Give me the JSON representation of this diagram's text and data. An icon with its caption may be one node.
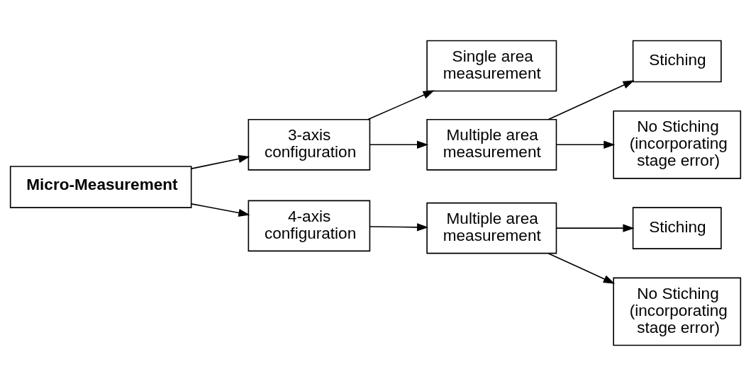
{
  "diagram": {
    "nodes": [
      {
        "text": [
          "Micro-Measurement"
        ]
      },
      {
        "text": [
          "3-axis configuration"
        ]
      },
      {
        "text": [
          "4-axis configuration"
        ]
      },
      {
        "text": [
          "Single area measurement"
        ]
      },
      {
        "text": [
          "Multiple area measurement"
        ]
      },
      {
        "text": [
          "Stiching"
        ]
      },
      {
        "text": [
          "No Stiching (incorporating stage error)"
        ]
      },
      {
        "text": [
          "Multiple area measurement"
        ]
      },
      {
        "text": [
          "Stiching"
        ]
      },
      {
        "text": [
          "No Stiching (incorporating stage error)"
        ]
      }
    ],
    "edges": [
      {
        "from": 0,
        "to": 1,
        "arrow": "to"
      },
      {
        "from": 0,
        "to": 2,
        "arrow": "to"
      },
      {
        "from": 1,
        "to": 3,
        "arrow": "to"
      },
      {
        "from": 1,
        "to": 4,
        "arrow": "to"
      },
      {
        "from": 4,
        "to": 5,
        "arrow": "to"
      },
      {
        "from": 4,
        "to": 6,
        "arrow": "to"
      },
      {
        "from": 2,
        "to": 7,
        "arrow": "to"
      },
      {
        "from": 7,
        "to": 8,
        "arrow": "to"
      },
      {
        "from": 7,
        "to": 9,
        "arrow": "to"
      }
    ]
  }
}
